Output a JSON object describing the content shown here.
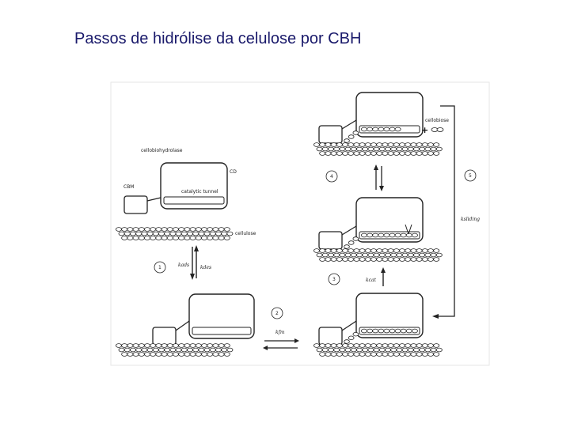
{
  "title": "Passos de hidrólise da celulose por CBH",
  "labels": {
    "enzyme": "cellobiohydrolase",
    "cd": "CD",
    "cbm": "CBM",
    "tunnel": "catalytic tunnel",
    "cellulose": "cellulose",
    "product": "cellobiose",
    "k_ads": "kads",
    "k_des": "kdes",
    "k_fm": "kfm",
    "k_cat": "kcat",
    "k_sliding": "ksliding"
  },
  "steps": [
    "1",
    "2",
    "3",
    "4",
    "5"
  ],
  "symbols": {
    "plus": "+",
    "minus": "-"
  }
}
